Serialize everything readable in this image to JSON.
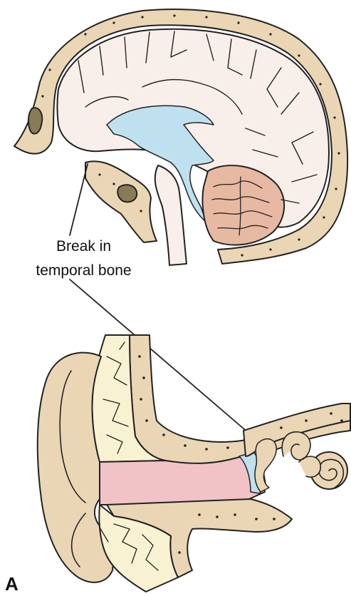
{
  "figure": {
    "callout_line1": "Break in",
    "callout_line2": "temporal bone",
    "panel_letter": "A"
  },
  "colors": {
    "bone": "#ead6b5",
    "brain": "#f9efea",
    "ventricle": "#bfe0ef",
    "cerebellum": "#e8b9a2",
    "canal": "#f1c3c6",
    "sinus": "#8a7a58",
    "outline": "#222222"
  }
}
